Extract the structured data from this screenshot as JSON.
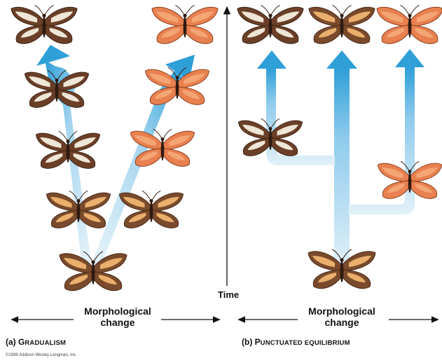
{
  "time_label": "Time",
  "gradualism": {
    "axis_label_line1": "Morphological",
    "axis_label_line2": "change",
    "panel_prefix": "(a) ",
    "panel_cap": "G",
    "panel_small": "RADUALISM"
  },
  "punctuated": {
    "axis_label_line1": "Morphological",
    "axis_label_line2": "change",
    "panel_prefix": "(b) ",
    "panel_cap": "P",
    "panel_small": "UNCTUATED EQUILIBRIUM"
  },
  "copyright": "©1999 Addison Wesley Longman, Inc.",
  "colors": {
    "arrow": "#3aa7dc",
    "arrow_light": "#dbeef8",
    "butterfly_brown": "#6b3f27",
    "butterfly_orange": "#e8804f",
    "butterfly_white": "#f6efdf"
  }
}
